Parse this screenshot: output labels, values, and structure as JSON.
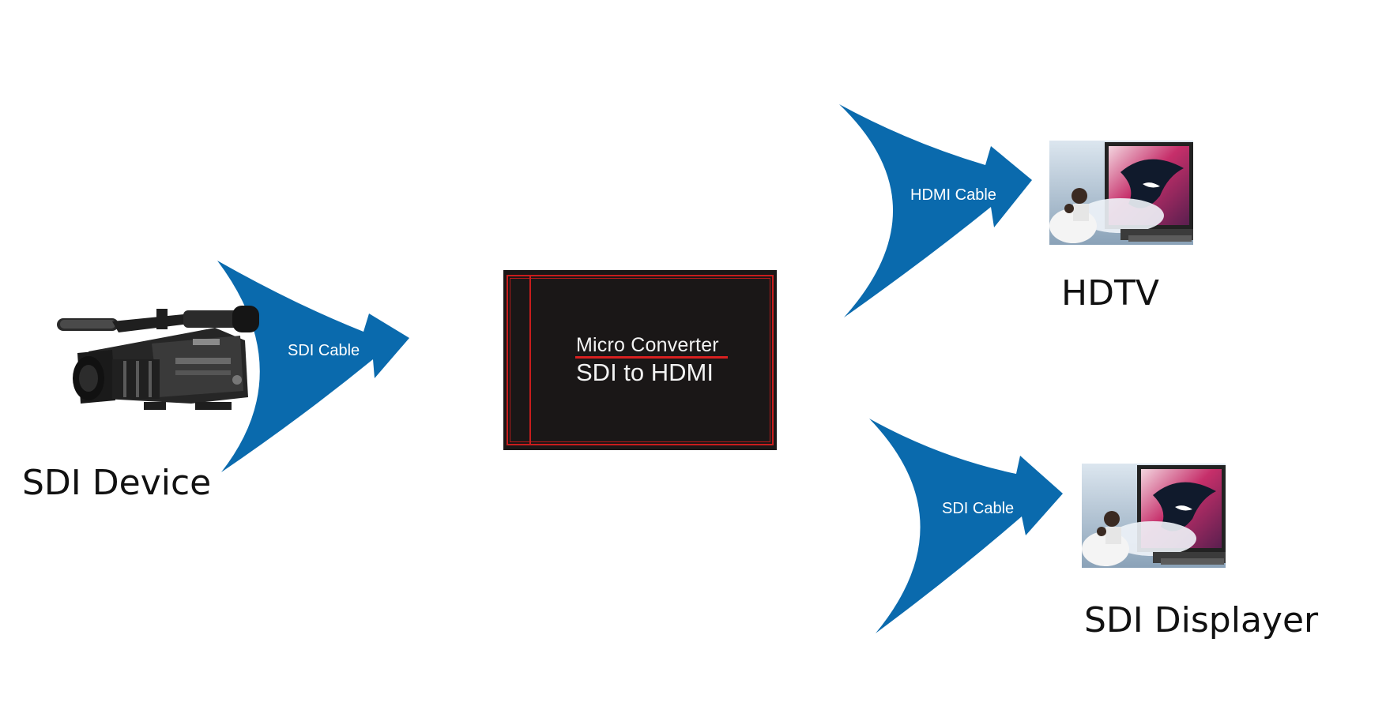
{
  "nodes": {
    "source": {
      "caption": "SDI Device",
      "icon": "video-camera-icon"
    },
    "converter": {
      "line1": "Micro Converter",
      "line2": "SDI to HDMI"
    },
    "output_hdtv": {
      "caption": "HDTV",
      "icon": "tv-icon"
    },
    "output_sdi": {
      "caption": "SDI Displayer",
      "icon": "tv-icon"
    }
  },
  "edges": [
    {
      "from": "source",
      "to": "converter",
      "label": "SDI Cable"
    },
    {
      "from": "converter",
      "to": "output_hdtv",
      "label": "HDMI Cable"
    },
    {
      "from": "converter",
      "to": "output_sdi",
      "label": "SDI Cable"
    }
  ],
  "colors": {
    "arrow": "#0a6aad",
    "converter_bg": "#1a1717",
    "converter_accent": "#c81d1d"
  }
}
